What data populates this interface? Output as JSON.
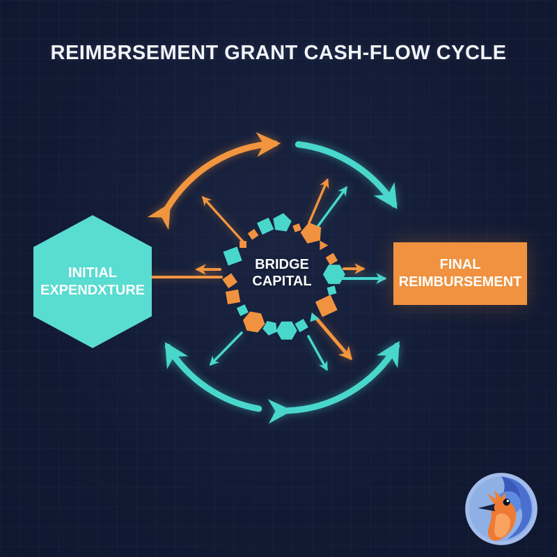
{
  "title": "REIMBRSEMENT GRANT CASH-FLOW CYCLE",
  "nodes": {
    "initial": {
      "lines": [
        "INITIAL",
        "EXPENDXTURE"
      ]
    },
    "bridge": {
      "lines": [
        "BRIDGE",
        "CAPITAL"
      ]
    },
    "final": {
      "lines": [
        "FINAL",
        "REIMBURSEMENT"
      ]
    }
  },
  "icons": {
    "logo": "kingfisher-bird-badge"
  },
  "colors": {
    "background": "#131b33",
    "teal_arrow": "#49d7cc",
    "teal_node": "#59dcd1",
    "orange": "#f0923f",
    "text": "#f2f4f8",
    "logo_ring": "#a3bcec",
    "logo_inner_blue": "#4a6fd0",
    "bird_orange": "#ef7a33",
    "bird_head_blue": "#5e8be0"
  }
}
